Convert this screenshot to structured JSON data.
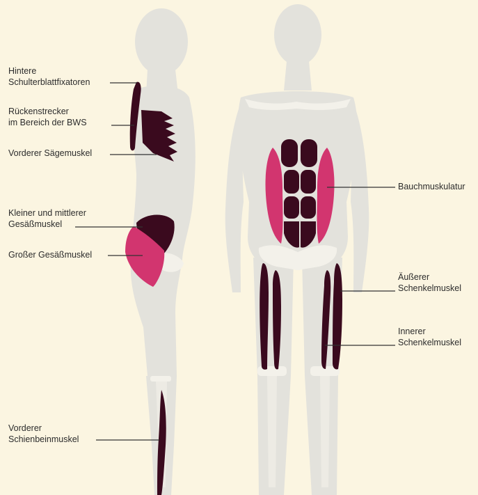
{
  "colors": {
    "background": "#fbf5e1",
    "body_silhouette": "#e3e2dc",
    "bones": "#f3f1ea",
    "muscle_dark": "#3a0a1e",
    "muscle_pink": "#d2356f",
    "leader_line": "#333333",
    "label_text": "#2c2c2c"
  },
  "side_view": {
    "labels": [
      {
        "lines": [
          "Hintere",
          "Schulterblattfixatoren"
        ]
      },
      {
        "lines": [
          "Rückenstrecker",
          "im Bereich der BWS"
        ]
      },
      {
        "lines": [
          "Vorderer Sägemuskel"
        ]
      },
      {
        "lines": [
          "Kleiner und mittlerer",
          "Gesäßmuskel"
        ]
      },
      {
        "lines": [
          "Großer Gesäßmuskel"
        ]
      },
      {
        "lines": [
          "Vorderer",
          "Schienbeinmuskel"
        ]
      }
    ]
  },
  "front_view": {
    "labels": [
      {
        "lines": [
          "Bauchmuskulatur"
        ]
      },
      {
        "lines": [
          "Äußerer",
          "Schenkelmuskel"
        ]
      },
      {
        "lines": [
          "Innerer",
          "Schenkelmuskel"
        ]
      }
    ]
  }
}
